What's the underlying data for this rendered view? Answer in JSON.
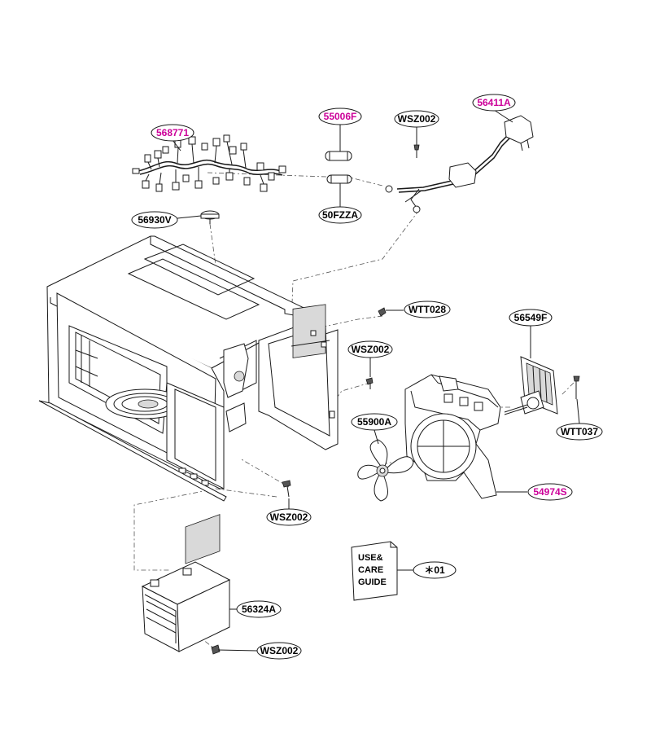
{
  "colors": {
    "line": "#1a1a1a",
    "label_highlight": "#cc0099",
    "label_normal": "#000000"
  },
  "labels": {
    "harness": "568771",
    "fuse_top": "55006F",
    "screw_top": "WSZ002",
    "power_cord": "56411A",
    "fuse_bottom": "50FZZA",
    "thermostat": "56930V",
    "screw_wtt028": "WTT028",
    "motor": "56549F",
    "screw_mid": "WSZ002",
    "fan_blade": "55900A",
    "screw_wtt037": "WTT037",
    "fan_duct": "54974S",
    "screw_lower": "WSZ002",
    "manual_ref": "＊01",
    "magnetron": "56324A",
    "screw_bottom": "WSZ002"
  },
  "booklet": {
    "line1": "USE&",
    "line2": "CARE",
    "line3": "GUIDE"
  }
}
